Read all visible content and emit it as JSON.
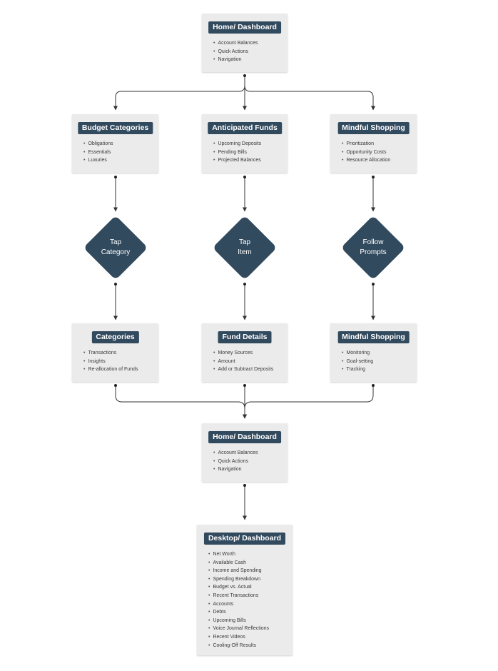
{
  "cards": {
    "home_top": {
      "title": "Home/ Dashboard",
      "items": [
        "Account Balances",
        "Quick Actions",
        "Navigation"
      ]
    },
    "budget_categories": {
      "title": "Budget Categories",
      "items": [
        "Obligations",
        "Essentials",
        "Luxuries"
      ]
    },
    "anticipated_funds": {
      "title": "Anticipated Funds",
      "items": [
        "Upcoming Deposits",
        "Pending Bills",
        "Projected Balances"
      ]
    },
    "mindful_shopping_top": {
      "title": "Mindful Shopping",
      "items": [
        "Prioritization",
        "Opportunity Costs",
        "Resource Allocation"
      ]
    },
    "categories": {
      "title": "Categories",
      "items": [
        "Transactions",
        "Insights",
        "Re-allocation of Funds"
      ]
    },
    "fund_details": {
      "title": "Fund Details",
      "items": [
        "Money Sources",
        "Amount",
        "Add or Subtract Deposits"
      ]
    },
    "mindful_shopping_bottom": {
      "title": "Mindful Shopping",
      "items": [
        "Monitoring",
        "Goal-setting",
        "Tracking"
      ]
    },
    "home_bottom": {
      "title": "Home/ Dashboard",
      "items": [
        "Account Balances",
        "Quick Actions",
        "Navigation"
      ]
    },
    "desktop_dashboard": {
      "title": "Desktop/ Dashboard",
      "items": [
        "Net Worth",
        "Available Cash",
        "Income and Spending",
        "Spending Breakdown",
        "Budget vs. Actual",
        "Recent Transactions",
        "Accounts",
        "Debts",
        "Upcoming Bills",
        "Voice Journal Reflections",
        "Recent Videos",
        "Cooling-Off Results"
      ]
    }
  },
  "decisions": {
    "tap_category": {
      "line1": "Tap",
      "line2": "Category"
    },
    "tap_item": {
      "line1": "Tap",
      "line2": "Item"
    },
    "follow_prompts": {
      "line1": "Follow",
      "line2": "Prompts"
    }
  },
  "colors": {
    "node_fill": "#324a5e",
    "card_bg": "#ebebeb",
    "connector": "#333333"
  }
}
